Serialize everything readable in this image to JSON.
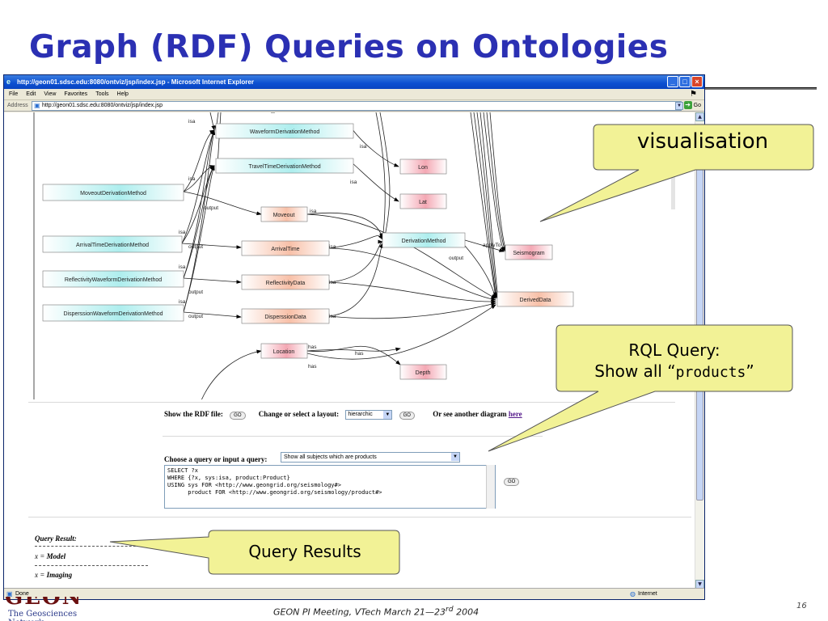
{
  "slide": {
    "title": "Graph (RDF) Queries on Ontologies",
    "footer": "GEON PI Meeting, VTech March 21—23",
    "footer_sup": "rd",
    "footer_year": " 2004",
    "page_number": "16",
    "logo_word": "GEON",
    "logo_subtitle": "The Geosciences Network"
  },
  "window": {
    "title": "http://geon01.sdsc.edu:8080/ontviz/jsp/index.jsp - Microsoft Internet Explorer",
    "menu": [
      "File",
      "Edit",
      "View",
      "Favorites",
      "Tools",
      "Help"
    ],
    "address_label": "Address",
    "address": "http://geon01.sdsc.edu:8080/ontviz/jsp/index.jsp",
    "go_label": "Go",
    "status_left": "Done",
    "status_right": "Internet"
  },
  "graph": {
    "nodes": {
      "waveform": "WaveformDerivationMethod",
      "traveltime": "TravelTimeDerivationMethod",
      "moveout_dm": "MoveoutDerivationMethod",
      "arrival_dm": "ArrivalTimeDerivationMethod",
      "reflectivity_dm": "ReflectivityWaveformDerivationMethod",
      "dispersion_dm": "DisperssionWaveformDerivationMethod",
      "moveout": "Moveout",
      "arrivaltime": "ArrivalTime",
      "reflectivitydata": "ReflectivityData",
      "dispersiondata": "DisperssionData",
      "location": "Location",
      "lon": "Lon",
      "lat": "Lat",
      "derivation": "DerivationMethod",
      "depth": "Depth",
      "seismogram": "Seismogram",
      "deriveddata": "DerivedData"
    },
    "edge_labels": {
      "isa": "isa",
      "output": "output",
      "has": "has",
      "applyto": "applyTo"
    }
  },
  "controls": {
    "rdf_label": "Show the RDF file:",
    "go": "GO",
    "layout_label": "Change or select a layout:",
    "layout_value": "hierarchic",
    "other_diagram": "Or see another diagram",
    "here": "here",
    "query_label": "Choose a query or input a query:",
    "query_value": "Show all subjects which are products",
    "query_text": "SELECT ?x\nWHERE {?x, sys:isa, product:Product}\nUSING sys FOR <http://www.geongrid.org/seismology#>\n      product FOR <http://www.geongrid.org/seismology/product#>"
  },
  "results": {
    "title": "Query Result:",
    "items": [
      {
        "var": "x = ",
        "value": "Model"
      },
      {
        "var": "x = ",
        "value": "Imaging"
      }
    ]
  },
  "callouts": {
    "visualisation": "visualisation",
    "rql_line1": "RQL Query:",
    "rql_line2_pre": "Show all “",
    "rql_line2_mono": "products",
    "rql_line2_post": "”",
    "results": "Query Results"
  },
  "colors": {
    "title": "#2b30b3",
    "callout_fill": "#f2f296",
    "node_method": "#aeeeee",
    "node_data": "#f8b8a0",
    "node_attr": "#f4a8b4"
  }
}
